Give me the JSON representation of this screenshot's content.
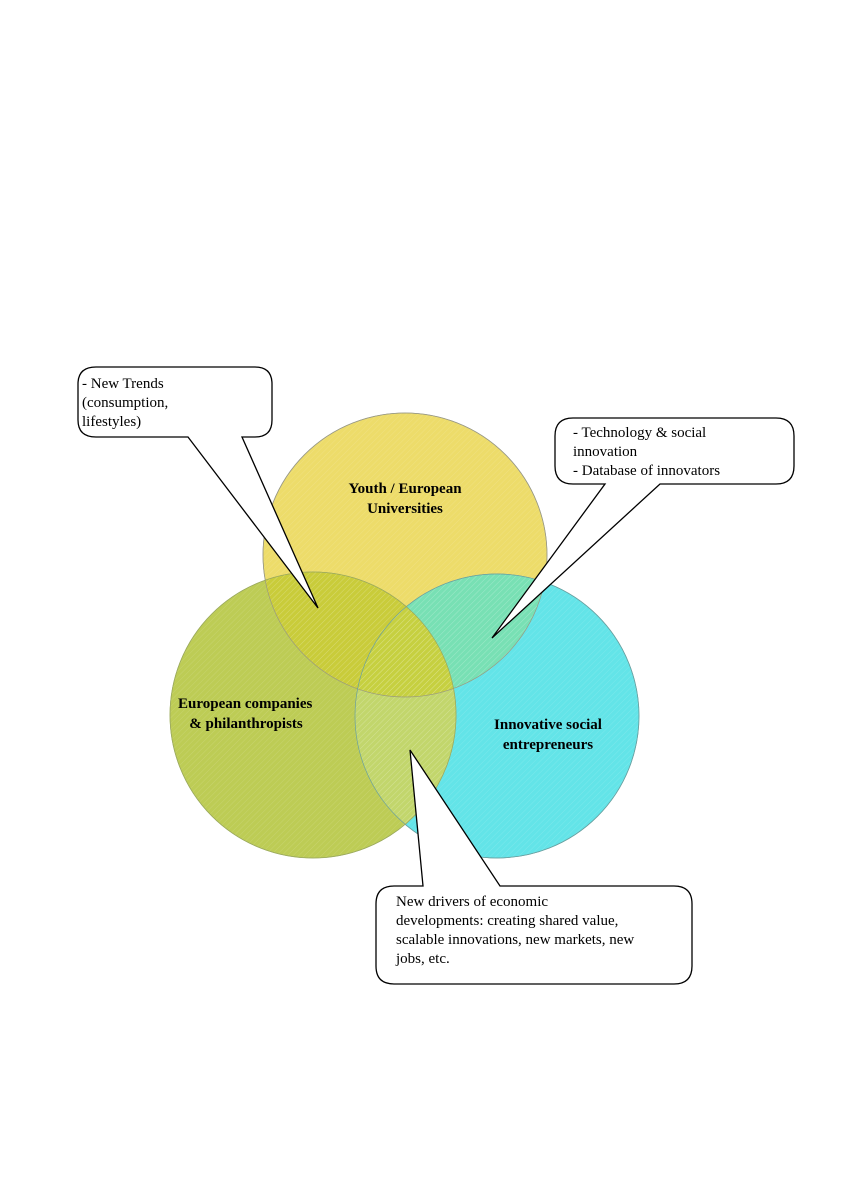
{
  "circles": [
    {
      "id": "youth",
      "label": "Youth / European\nUniversities",
      "color": "#eddc6a"
    },
    {
      "id": "companies",
      "label": "European companies\n   & philanthropists",
      "color": "#bdcc55"
    },
    {
      "id": "entrepreneurs",
      "label": "Innovative social\nentrepreneurs",
      "color": "#63e4e8"
    }
  ],
  "callouts": [
    {
      "id": "new-trends",
      "text": "- New Trends\n(consumption,\nlifestyles)"
    },
    {
      "id": "technology",
      "text": "- Technology & social\ninnovation\n- Database of innovators"
    },
    {
      "id": "drivers",
      "text": "New drivers of economic\ndevelopments: creating shared value,\nscalable innovations, new markets, new\njobs, etc."
    }
  ],
  "overlap_colors": {
    "youth_companies": "#c9cc3a",
    "youth_entrepreneurs": "#78e0b4",
    "companies_entrepreneurs": "#c2d66c",
    "center": "#c6d040"
  }
}
